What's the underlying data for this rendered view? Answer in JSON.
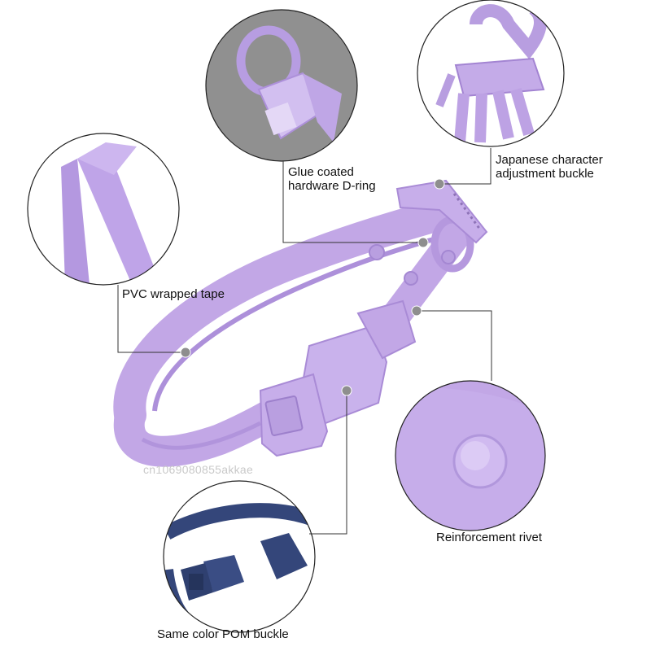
{
  "labels": {
    "d_ring_line1": "Glue coated",
    "d_ring_line2": "hardware D-ring",
    "buckle_adjust_line1": "Japanese character",
    "buckle_adjust_line2": "adjustment buckle",
    "pvc_tape": "PVC wrapped tape",
    "rivet": "Reinforcement rivet",
    "pom_buckle": "Same color POM buckle"
  },
  "watermark": "cn1069080855akkae",
  "colors": {
    "collar": "#c2a7e6",
    "collar_shade": "#a98bd6",
    "collar_light": "#d6c3f0",
    "detail_bg": "#8f8f8f",
    "navy": "#34467a",
    "leader_line": "#333333",
    "dot": "#8e8e8e"
  }
}
